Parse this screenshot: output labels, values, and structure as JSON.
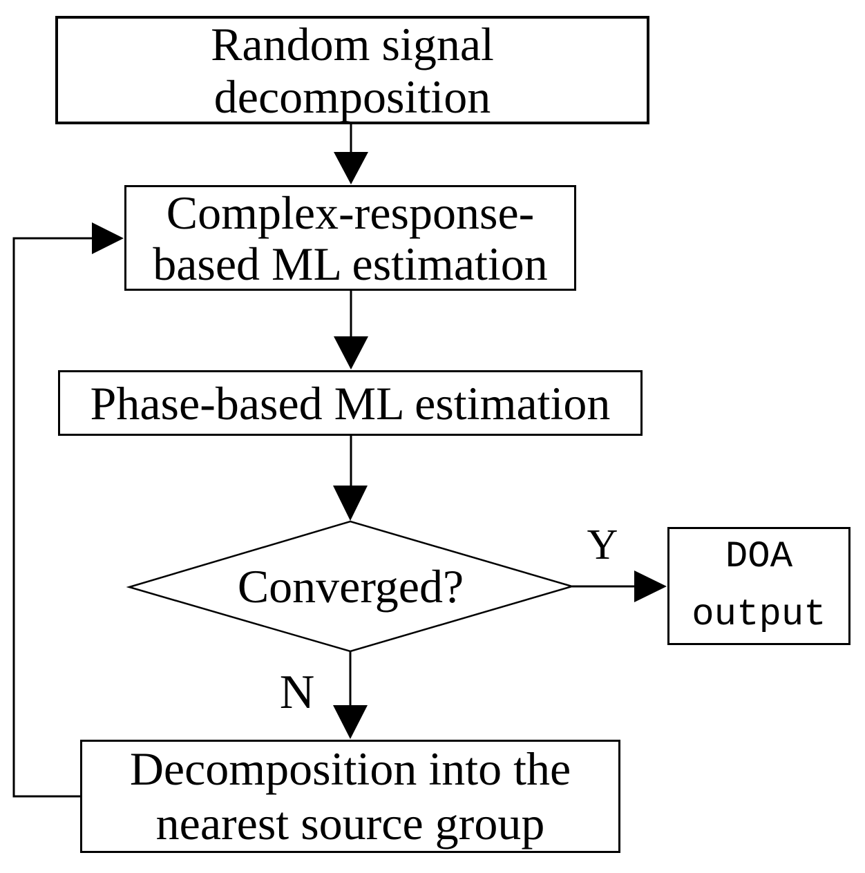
{
  "diagram": {
    "type": "flowchart",
    "colors": {
      "stroke": "#000000",
      "node_fill": "#ffffff",
      "text": "#000000",
      "background": "#ffffff"
    },
    "nodes": {
      "random_signal": {
        "shape": "rect",
        "line1": "Random signal",
        "line2": "decomposition"
      },
      "complex_response": {
        "shape": "rect",
        "line1": "Complex-response-",
        "line2": "based ML estimation"
      },
      "phase_based": {
        "shape": "rect",
        "label": "Phase-based ML estimation"
      },
      "converged": {
        "shape": "diamond",
        "label": "Converged?"
      },
      "doa_output": {
        "shape": "rect",
        "line1": "DOA",
        "line2": "output"
      },
      "decomposition_nearest": {
        "shape": "rect",
        "line1": "Decomposition into the",
        "line2": "nearest source group"
      }
    },
    "branch_labels": {
      "yes": "Y",
      "no": "N"
    },
    "edges": [
      {
        "from": "random_signal",
        "to": "complex_response",
        "label": ""
      },
      {
        "from": "complex_response",
        "to": "phase_based",
        "label": ""
      },
      {
        "from": "phase_based",
        "to": "converged",
        "label": ""
      },
      {
        "from": "converged",
        "to": "doa_output",
        "label": "Y"
      },
      {
        "from": "converged",
        "to": "decomposition_nearest",
        "label": "N"
      },
      {
        "from": "decomposition_nearest",
        "to": "complex_response",
        "label": ""
      }
    ]
  }
}
